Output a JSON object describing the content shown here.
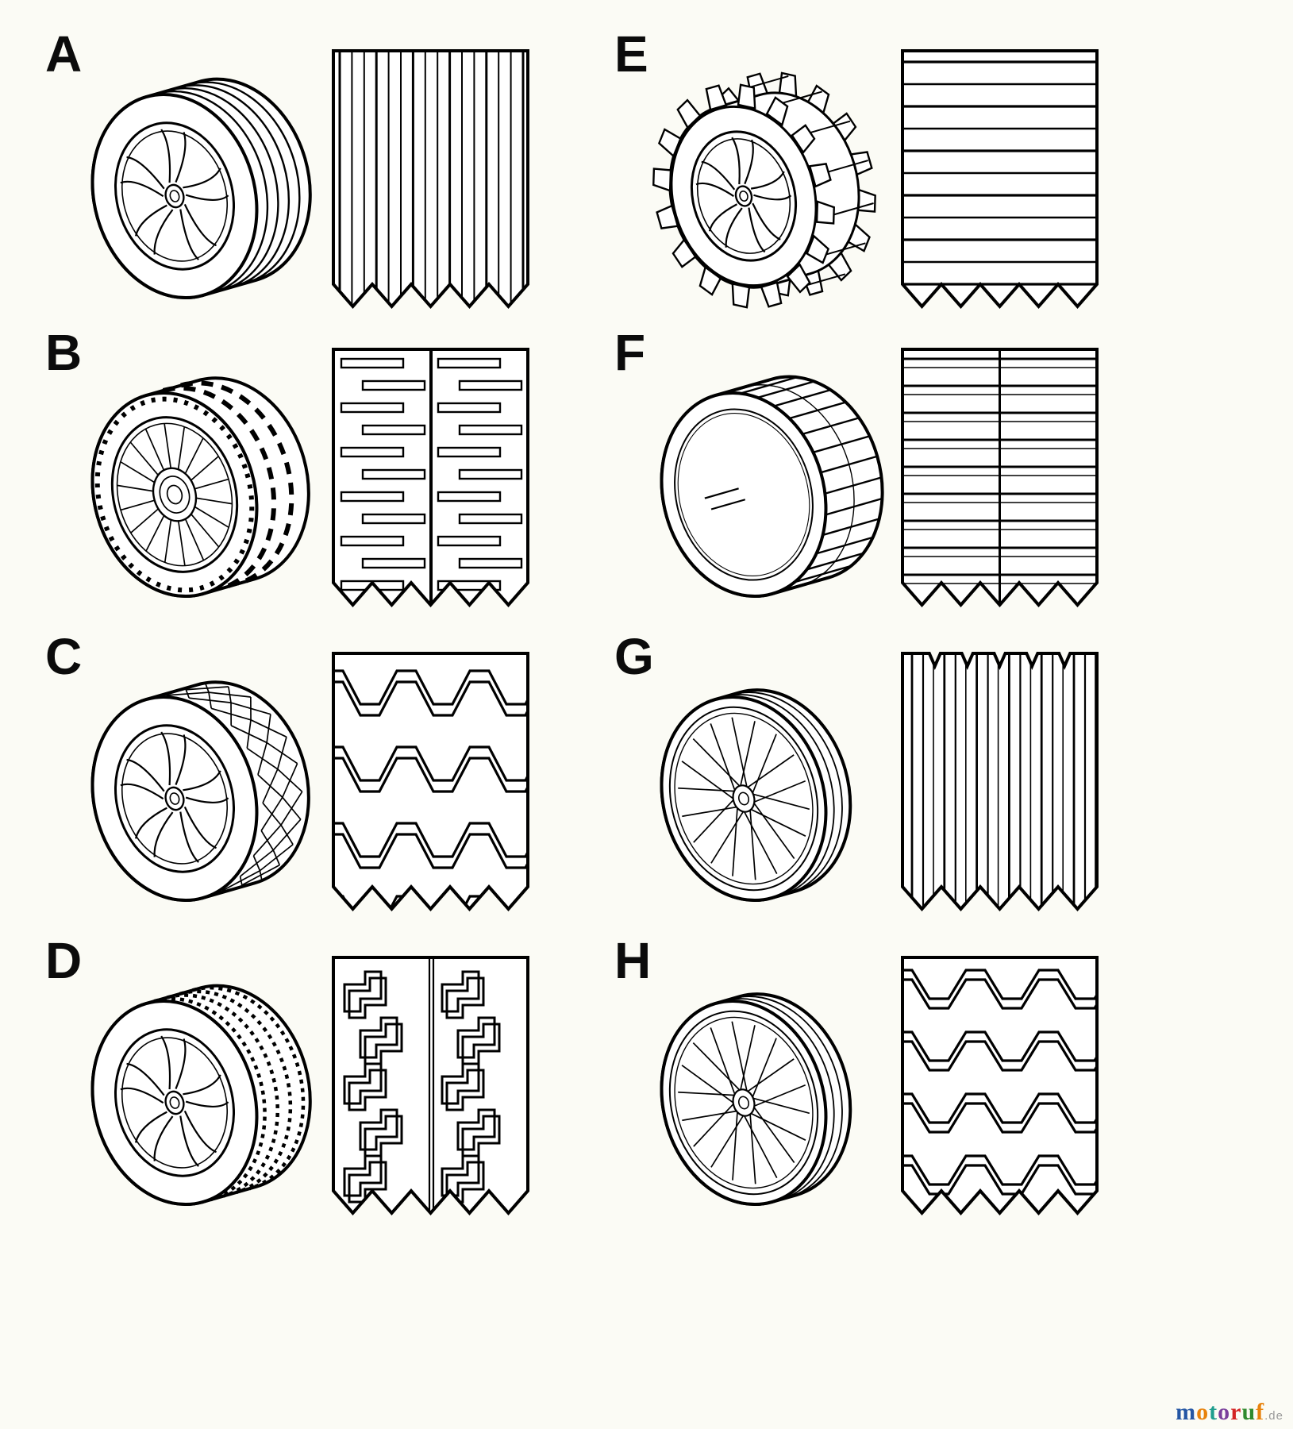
{
  "title": "wheel-and-tread-identification-diagram",
  "colors": {
    "ink": "#000000",
    "background": "#fbfbf5"
  },
  "items": [
    {
      "label": "A",
      "wheel_style": "five-spoke",
      "tread_band": "rib",
      "tread_pattern": "vertical-ribs",
      "description": "ribbed tire with five-spoke wheel"
    },
    {
      "label": "B",
      "wheel_style": "multi-spoke",
      "tread_band": "block",
      "tread_pattern": "dashed-blocks",
      "description": "block tread tire with multi-spoke wheel"
    },
    {
      "label": "C",
      "wheel_style": "five-spoke",
      "tread_band": "diamond",
      "tread_pattern": "chevron3",
      "description": "diamond tread tire with five-spoke wheel"
    },
    {
      "label": "D",
      "wheel_style": "five-spoke",
      "tread_band": "knob",
      "tread_pattern": "interlock",
      "description": "knobby tread tire with five-spoke wheel"
    },
    {
      "label": "E",
      "wheel_style": "five-spoke",
      "tread_band": "lug",
      "tread_pattern": "horizontal-bars",
      "description": "lugged gear tire with five-spoke wheel"
    },
    {
      "label": "F",
      "wheel_style": "disc",
      "tread_band": "bars",
      "tread_pattern": "ladder",
      "description": "bar tread tire with smooth disc wheel"
    },
    {
      "label": "G",
      "wheel_style": "wire",
      "tread_band": "thin-rib",
      "tread_pattern": "vertical-ribs-notched",
      "description": "ribbed tire with wire-spoke wheel"
    },
    {
      "label": "H",
      "wheel_style": "wire",
      "tread_band": "thin-rib",
      "tread_pattern": "chevron4",
      "description": "chevron tread tire with wire-spoke wheel"
    }
  ],
  "watermark": {
    "letters": [
      {
        "ch": "m",
        "color": "#2456a4"
      },
      {
        "ch": "o",
        "color": "#e8820c"
      },
      {
        "ch": "t",
        "color": "#1f9e8e"
      },
      {
        "ch": "o",
        "color": "#7a3f9b"
      },
      {
        "ch": "r",
        "color": "#d42323"
      },
      {
        "ch": "u",
        "color": "#2f8a2f"
      },
      {
        "ch": "f",
        "color": "#e8820c"
      }
    ],
    "suffix": ".de",
    "suffix_color": "#9a9a9a"
  }
}
